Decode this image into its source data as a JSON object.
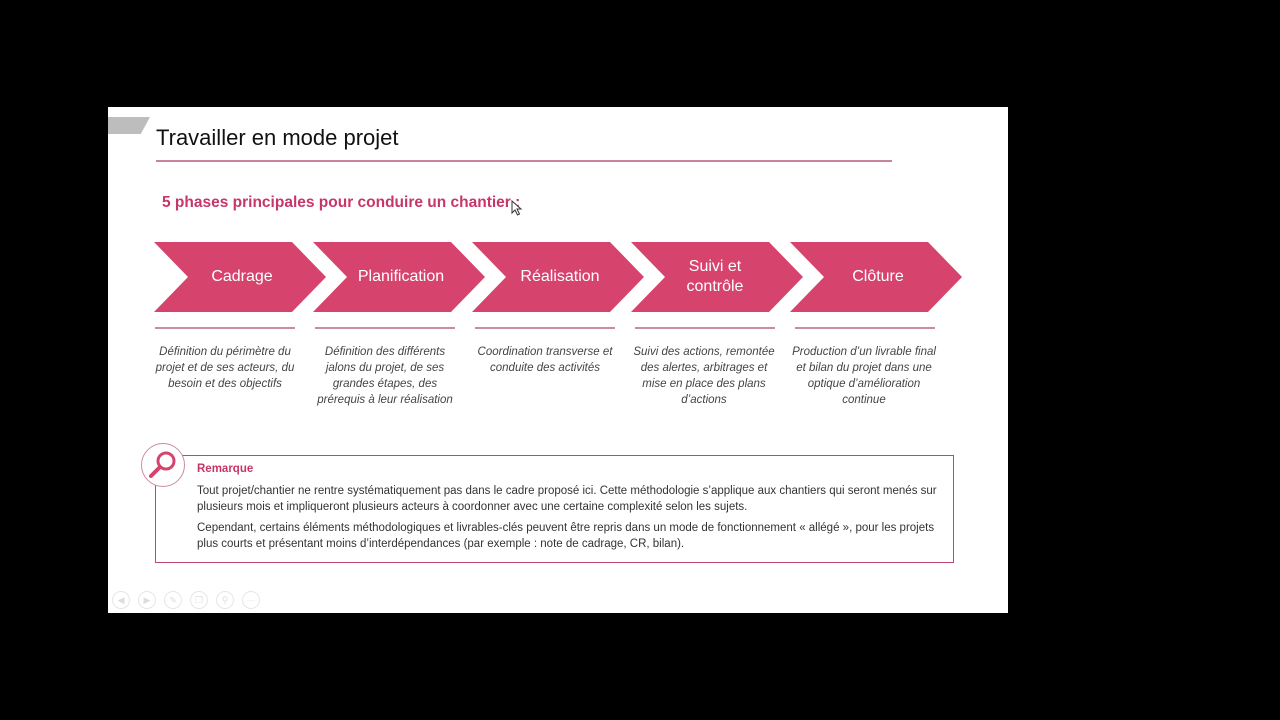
{
  "slide": {
    "title": "Travailler en mode projet",
    "subtitle": "5 phases principales pour conduire un chantier :",
    "phases": [
      {
        "label": "Cadrage",
        "description": "Définition du périmètre du projet et de ses acteurs, du besoin et des objectifs"
      },
      {
        "label": "Planification",
        "description": "Définition des différents jalons du projet, de ses grandes étapes, des prérequis à leur réalisation"
      },
      {
        "label": "Réalisation",
        "description": "Coordination transverse et conduite des activités"
      },
      {
        "label": "Suivi et contrôle",
        "description": "Suivi des actions, remontée des alertes, arbitrages et mise en place des plans d’actions"
      },
      {
        "label": "Clôture",
        "description": "Production d’un livrable final et bilan du projet dans une optique d’amélioration continue"
      }
    ],
    "remark": {
      "title": "Remarque",
      "paragraphs": [
        "Tout projet/chantier ne rentre systématiquement pas dans le cadre proposé ici. Cette méthodologie s’applique aux chantiers qui seront menés sur plusieurs mois et impliqueront plusieurs acteurs à coordonner avec une certaine complexité selon les sujets.",
        "Cependant, certains éléments méthodologiques et livrables-clés peuvent être repris dans un mode de fonctionnement « allégé », pour les projets plus courts et présentant moins d’interdépendances (par exemple : note de cadrage, CR, bilan)."
      ],
      "icon": "magnifier-icon"
    },
    "colors": {
      "accent": "#d6446e",
      "rule": "#c9829f",
      "subtitle": "#c7366a"
    },
    "toolbar_icons": [
      "prev-icon",
      "next-icon",
      "pen-icon",
      "copy-icon",
      "zoom-icon",
      "more-icon"
    ]
  }
}
